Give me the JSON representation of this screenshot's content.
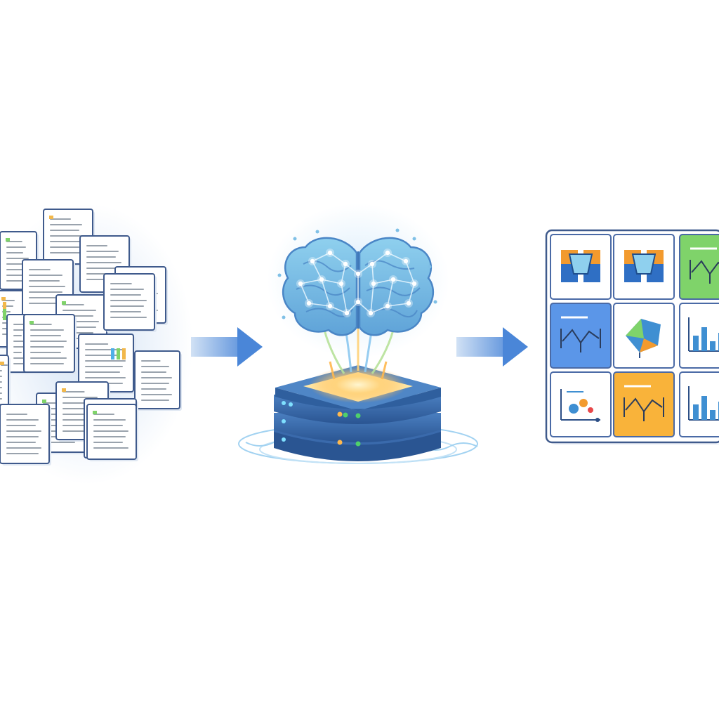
{
  "colors": {
    "background": "#ffffff",
    "doc_border": "#3f5a8c",
    "doc_line": "#9aa3ad",
    "arrow": "#5b8fd6",
    "server_top": "#4f86c6",
    "server_side": "#2f5f9e",
    "brain": "#7fc0e6",
    "glow": "#ffd27a",
    "tile_green": "#7fd36a",
    "tile_blue": "#5b96e8",
    "tile_orange": "#f9b33a"
  },
  "documents": {
    "icon": "document-icon",
    "count": 18
  },
  "arrows": [
    {
      "icon": "arrow-right-icon"
    },
    {
      "icon": "arrow-right-icon"
    }
  ],
  "processor": {
    "brain_icon": "neural-brain-icon",
    "server_icon": "server-stack-icon"
  },
  "grid": {
    "rows": 3,
    "columns": 3,
    "tiles": [
      {
        "icon": "cube-cluster-icon",
        "fill": "#ffffff"
      },
      {
        "icon": "cube-cluster-icon",
        "fill": "#ffffff"
      },
      {
        "icon": "line-chart-icon",
        "fill": "#7fd36a"
      },
      {
        "icon": "line-chart-icon",
        "fill": "#5b96e8"
      },
      {
        "icon": "polyhedron-icon",
        "fill": "#ffffff"
      },
      {
        "icon": "bar-chart-icon",
        "fill": "#ffffff"
      },
      {
        "icon": "scatter-plot-icon",
        "fill": "#ffffff"
      },
      {
        "icon": "line-chart-icon",
        "fill": "#f9b33a"
      },
      {
        "icon": "bar-chart-icon",
        "fill": "#ffffff"
      }
    ]
  }
}
